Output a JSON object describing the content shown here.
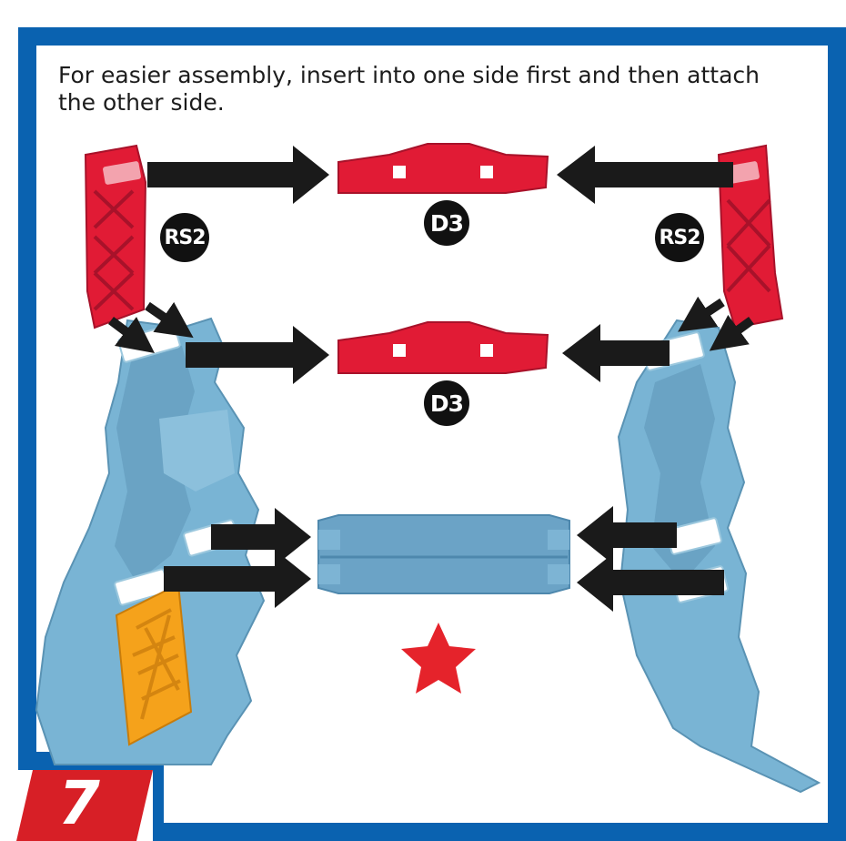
{
  "instruction_text": "For easier assembly, insert into one side first and then attach the other side.",
  "step_number": "7",
  "part_labels": {
    "left_support": "RS2",
    "right_support": "RS2",
    "top_connector": "D3",
    "middle_connector": "D3"
  },
  "colors": {
    "border_blue": "#0a62b0",
    "step_red": "#d71f26",
    "part_red": "#e11b35",
    "rock_blue": "#79b4d4",
    "support_orange": "#f5a21b",
    "arrow_black": "#1a1a1a",
    "star_red": "#e5232b"
  }
}
